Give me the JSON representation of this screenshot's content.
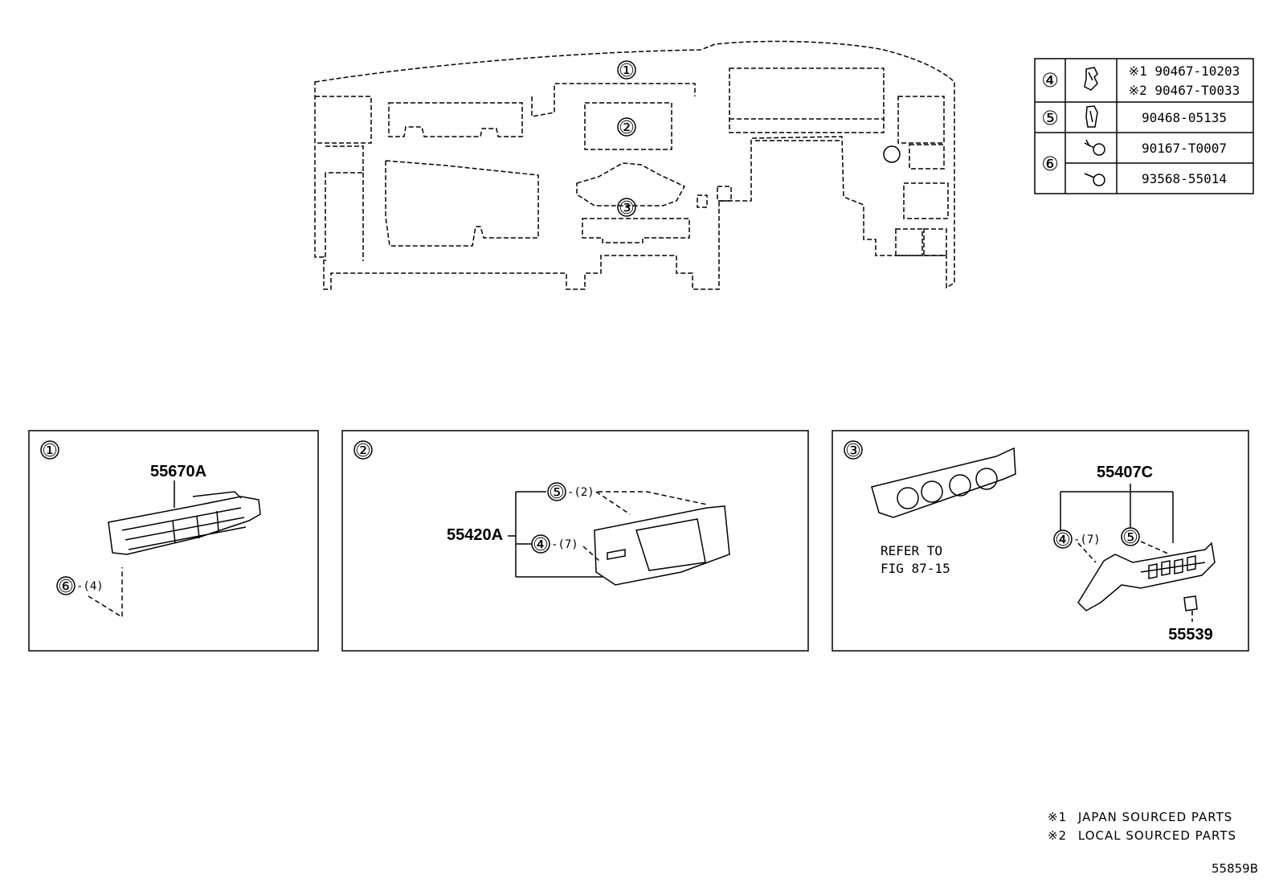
{
  "dash": {
    "callout_1": "①",
    "callout_2": "②",
    "callout_3": "③"
  },
  "legend": {
    "rows": [
      {
        "ref": "④",
        "parts": [
          "※1 90467-10203",
          "※2 90467-T0033"
        ],
        "icon": "clip-icon"
      },
      {
        "ref": "⑤",
        "parts": [
          "90468-05135"
        ],
        "icon": "clip-icon"
      },
      {
        "ref": "⑥",
        "parts": [
          "90167-T0007",
          "93568-55014"
        ],
        "icon": "screw-icon"
      }
    ]
  },
  "panels": {
    "p1": {
      "num": "①",
      "part": "55670A",
      "fastener_ref": "⑥",
      "fastener_qty": "-(4)"
    },
    "p2": {
      "num": "②",
      "part": "55420A",
      "ref_a": "⑤",
      "qty_a": "-(2)",
      "ref_b": "④",
      "qty_b": "-(7)"
    },
    "p3": {
      "num": "③",
      "refer_line1": "REFER TO",
      "refer_line2": "FIG 87-15",
      "part_a": "55407C",
      "ref_a": "④",
      "qty_a": "-(7)",
      "ref_b": "⑤",
      "part_b": "55539"
    }
  },
  "notes": {
    "n1_mark": "※1",
    "n1_text": "JAPAN SOURCED PARTS",
    "n2_mark": "※2",
    "n2_text": "LOCAL SOURCED PARTS"
  },
  "figure_id": "55859B"
}
